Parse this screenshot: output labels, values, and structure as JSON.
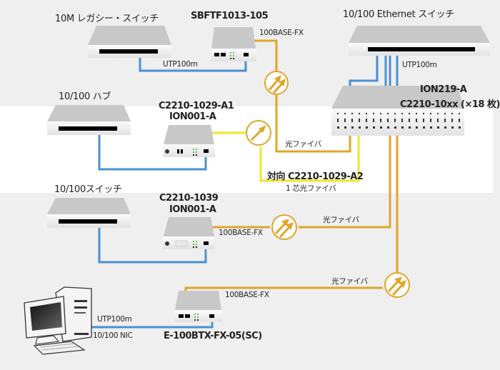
{
  "colors": {
    "background": "#efefef",
    "band": "#ffffff",
    "utp_cable": "#4a90d0",
    "fiber_cable": "#e0a52a",
    "single_fiber_cable": "#f0e62a",
    "device_top": "#c8c8c8",
    "device_front": "#f6f6f6",
    "port_strip": "#000000",
    "led": "#5cc15c"
  },
  "devices": {
    "legacy_switch": {
      "label": "10M レガシー・スイッチ"
    },
    "sbftf": {
      "label": "SBFTF1013-105"
    },
    "ethernet_switch": {
      "label": "10/100 Ethernet スイッチ"
    },
    "chassis": {
      "label_line1": "ION219-A",
      "label_line2": "C2210-10xx (×18 枚)"
    },
    "hub": {
      "label": "10/100 ハブ"
    },
    "c2210_a1": {
      "label_line1": "C2210-1029-A1",
      "label_line2": "ION001-A"
    },
    "switch_100": {
      "label": "10/100スイッチ"
    },
    "c2210_1039": {
      "label_line1": "C2210-1039",
      "label_line2": "ION001-A"
    },
    "pc": {
      "label": "PC"
    },
    "e100btx": {
      "label": "E-100BTX-FX-05(SC)"
    }
  },
  "cable_labels": {
    "utp_top": "UTP100m",
    "fx_top": "100BASE-FX",
    "utp_ethernet": "UTP100m",
    "fiber_mid": "光ファイバ",
    "opposite": "対向 C2210-1029-A2",
    "single_core": "1 芯光ファイバ",
    "fiber_row3": "光ファイバ",
    "fx_row3": "100BASE-FX",
    "fiber_row4": "光ファイバ",
    "fx_row4": "100BASE-FX",
    "utp_pc": "UTP100m",
    "nic": "10/100 NIC"
  }
}
